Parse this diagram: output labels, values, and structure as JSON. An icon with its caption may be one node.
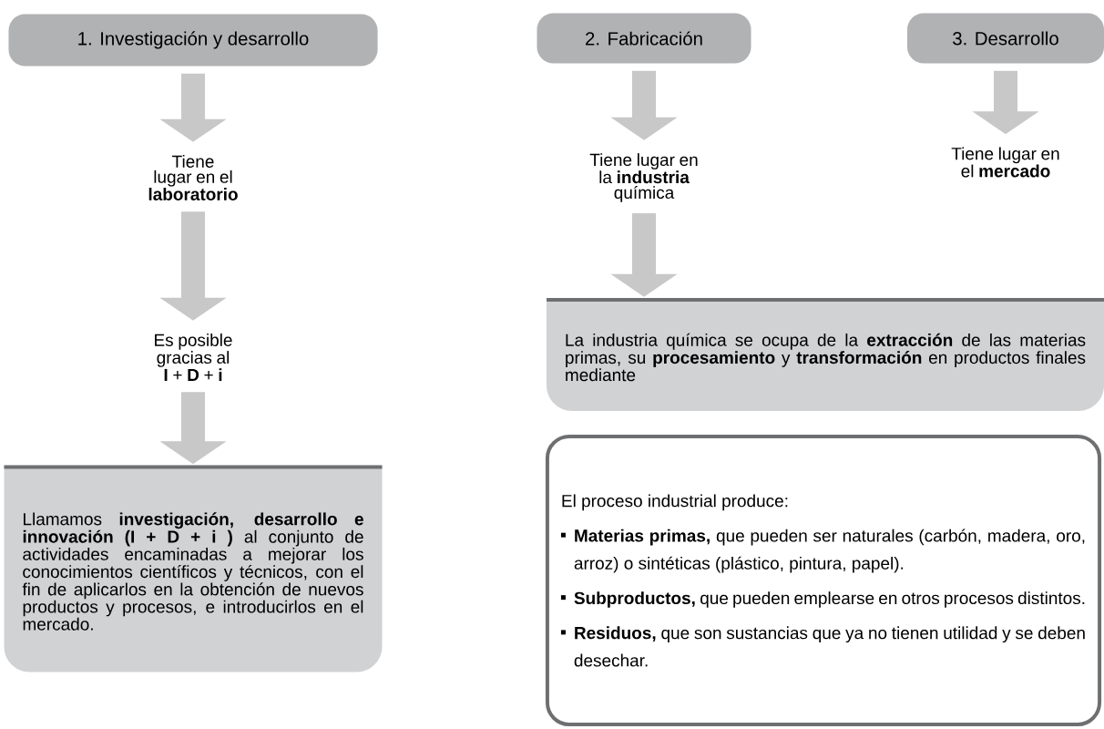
{
  "diagram": {
    "nodes": [
      {
        "text": [
          "1.  Investigación y desarrollo"
        ]
      },
      {
        "text": [
          "Tiene lugar en el **laboratorio**"
        ]
      },
      {
        "text": [
          "Es posible gracias al **I** + **D** + **i**"
        ]
      },
      {
        "text": [
          "Llamamos **investigación, desarrollo e innovación (I + D + i )** al conjunto de actividades encaminadas a mejorar los conocimientos científicos y técnicos, con el fin de aplicarlos en la obtención de nuevos productos y procesos, e introducirlos en el mercado."
        ]
      },
      {
        "text": [
          "2.  Fabricación"
        ]
      },
      {
        "text": [
          "Tiene lugar en la **industria** química"
        ]
      },
      {
        "text": [
          "La industria química se ocupa de la **extracción** de las materias primas, su **procesamiento** y **transformación** en productos finales mediante"
        ]
      },
      {
        "text": [
          "3.  Desarrollo"
        ]
      },
      {
        "text": [
          "Tiene lugar en el **mercado**"
        ]
      },
      {
        "text": [
          "El proceso industrial produce:",
          "**Materias primas,** que pueden ser naturales (carbón, madera, oro, arroz) o sintéticas (plástico, pintura, papel).",
          "**Subproductos,** que pueden emplearse en otros procesos distintos.",
          "**Residuos,** que son sustancias que ya no tienen utilidad y se deben desechar."
        ]
      }
    ],
    "edges": [
      {
        "from": 0,
        "to": 1,
        "arrow": "to"
      },
      {
        "from": 1,
        "to": 2,
        "arrow": "to"
      },
      {
        "from": 2,
        "to": 3,
        "arrow": "to"
      },
      {
        "from": 4,
        "to": 5,
        "arrow": "to"
      },
      {
        "from": 5,
        "to": 6,
        "arrow": "to"
      },
      {
        "from": 7,
        "to": 8,
        "arrow": "to"
      }
    ]
  }
}
